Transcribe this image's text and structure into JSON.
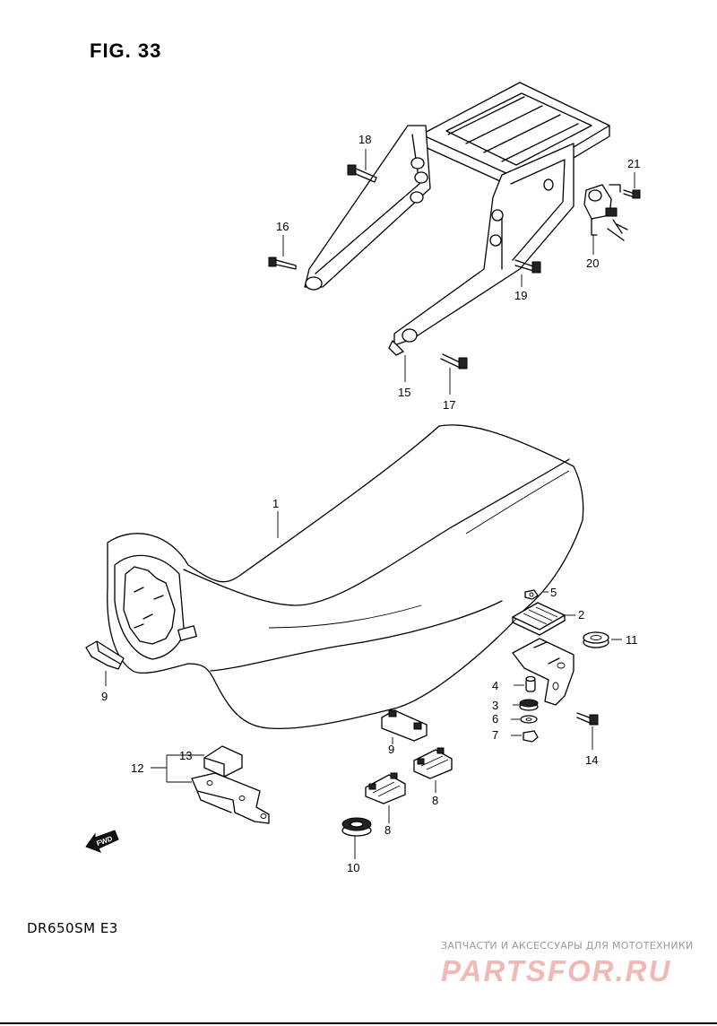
{
  "figure": {
    "title": "FIG. 33",
    "model": "DR650SM  E3"
  },
  "watermark": {
    "tagline": "ЗАПЧАСТИ И АКСЕССУАРЫ ДЛЯ МОТОТЕХНИКИ",
    "logo_text": "PARTSFOR.RU",
    "color": "#f1b8b8"
  },
  "fwd_badge": {
    "text": "FWD",
    "icon": "fwd-arrow-icon"
  },
  "callouts": [
    {
      "id": "1",
      "part": "seat"
    },
    {
      "id": "2",
      "part": "seat-hook-plate"
    },
    {
      "id": "3",
      "part": "washer"
    },
    {
      "id": "4",
      "part": "spacer"
    },
    {
      "id": "5",
      "part": "nut"
    },
    {
      "id": "6",
      "part": "washer"
    },
    {
      "id": "7",
      "part": "nut"
    },
    {
      "id": "8",
      "part": "cushion"
    },
    {
      "id": "8",
      "part": "cushion"
    },
    {
      "id": "9",
      "part": "cushion"
    },
    {
      "id": "9",
      "part": "cushion"
    },
    {
      "id": "10",
      "part": "cushion"
    },
    {
      "id": "11",
      "part": "cushion"
    },
    {
      "id": "12",
      "part": "seat-bracket-assembly"
    },
    {
      "id": "13",
      "part": "cushion"
    },
    {
      "id": "14",
      "part": "bolt"
    },
    {
      "id": "15",
      "part": "rear-carrier"
    },
    {
      "id": "16",
      "part": "bolt"
    },
    {
      "id": "17",
      "part": "bolt"
    },
    {
      "id": "18",
      "part": "bolt"
    },
    {
      "id": "19",
      "part": "bolt"
    },
    {
      "id": "20",
      "part": "seat-lock"
    },
    {
      "id": "21",
      "part": "screw"
    }
  ]
}
